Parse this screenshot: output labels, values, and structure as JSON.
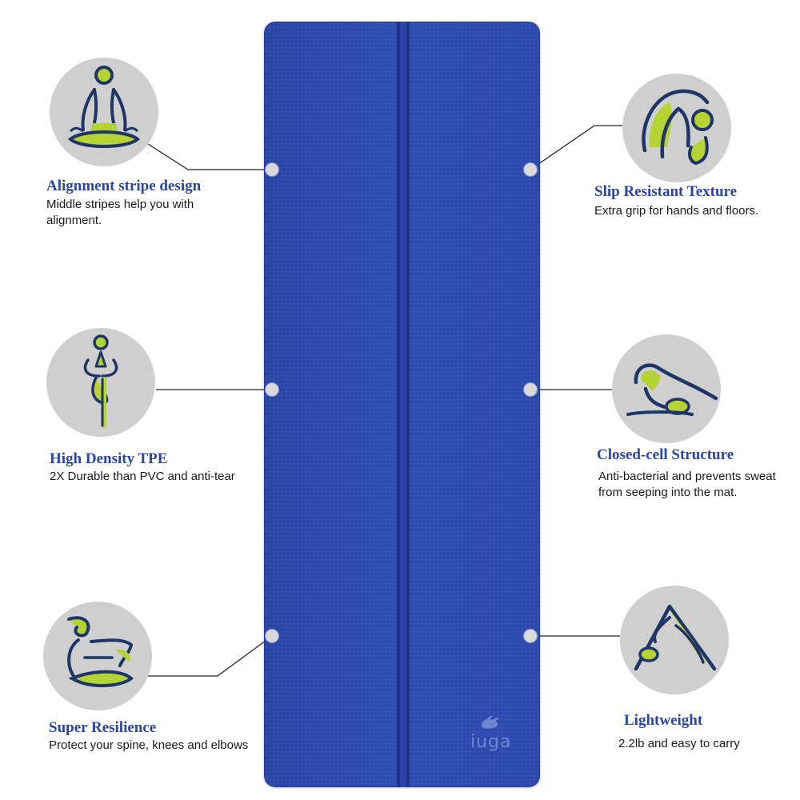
{
  "brand": {
    "logo_text": "iuga",
    "logo_icon": "bird-icon"
  },
  "colors": {
    "mat": "#2f4cb3",
    "title": "#2a46a5",
    "accent_green": "#b5d335",
    "outline": "#1f3566",
    "circle": "#cfcfcf"
  },
  "features": [
    {
      "icon": "meditation-pose-icon",
      "title": "Alignment stripe design",
      "desc": "Middle stripes help you with alignment."
    },
    {
      "icon": "tree-pose-icon",
      "title": "High Density TPE",
      "desc": "2X Durable than PVC and anti-tear"
    },
    {
      "icon": "seated-twist-pose-icon",
      "title": "Super Resilience",
      "desc": "Protect your spine, knees and elbows"
    },
    {
      "icon": "camel-pose-icon",
      "title": "Slip Resistant Texture",
      "desc": "Extra grip for hands and floors."
    },
    {
      "icon": "plow-pose-icon",
      "title": "Closed-cell Structure",
      "desc": "Anti-bacterial and prevents sweat from seeping into the mat."
    },
    {
      "icon": "downward-dog-pose-icon",
      "title": "Lightweight",
      "desc": "2.2lb and easy to carry"
    }
  ]
}
